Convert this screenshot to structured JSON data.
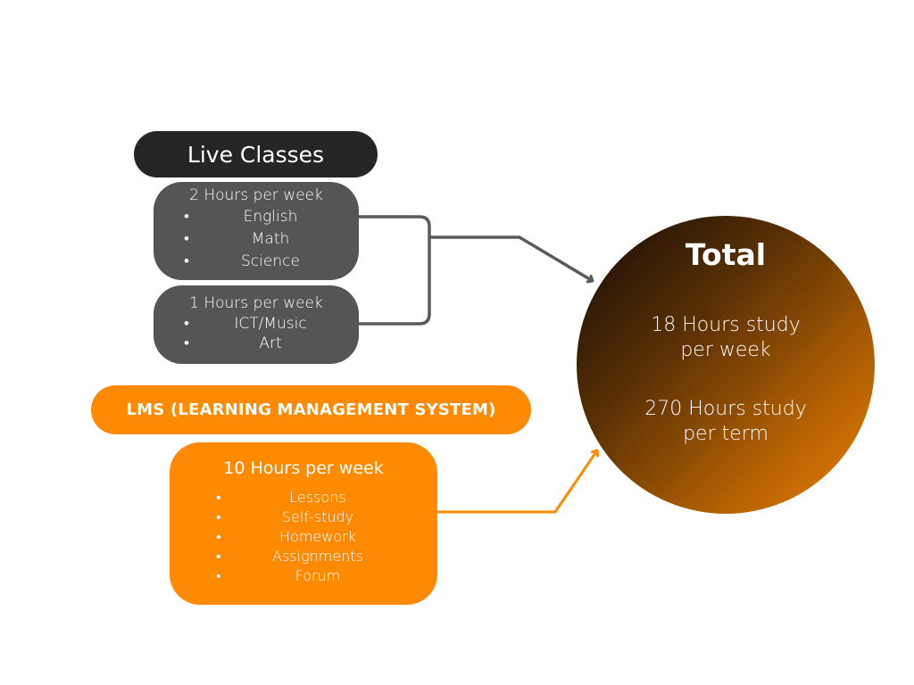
{
  "live_classes": {
    "title": "Live Classes",
    "groups": [
      {
        "heading": "2 Hours per week",
        "items": [
          "English",
          "Math",
          "Science"
        ]
      },
      {
        "heading": "1 Hours per week",
        "items": [
          "ICT/Music",
          "Art"
        ]
      }
    ]
  },
  "lms": {
    "title": "LMS (LEARNING MANAGEMENT SYSTEM)",
    "heading": "10 Hours per week",
    "items": [
      "Lessons",
      "Self-study",
      "Homework",
      "Assignments",
      "Forum"
    ]
  },
  "total": {
    "title": "Total",
    "weekly_line1": "18 Hours study",
    "weekly_line2": "per week",
    "term_line1": "270 Hours study",
    "term_line2": "per term"
  },
  "colors": {
    "dark_pill": "#252525",
    "gray_box": "#555555",
    "orange": "#fe8a03",
    "connector_gray": "#5a5a5a"
  }
}
